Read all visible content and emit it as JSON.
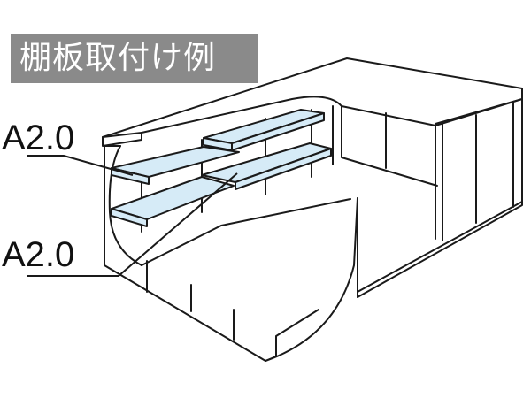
{
  "title": "棚板取付け例",
  "callouts": {
    "upper": "A2.0",
    "lower": "A2.0"
  },
  "colors": {
    "title_bg": "#8a8a8a",
    "title_text": "#ffffff",
    "shelf_fill": "#d6ebf7",
    "line": "#1a1a1a"
  }
}
